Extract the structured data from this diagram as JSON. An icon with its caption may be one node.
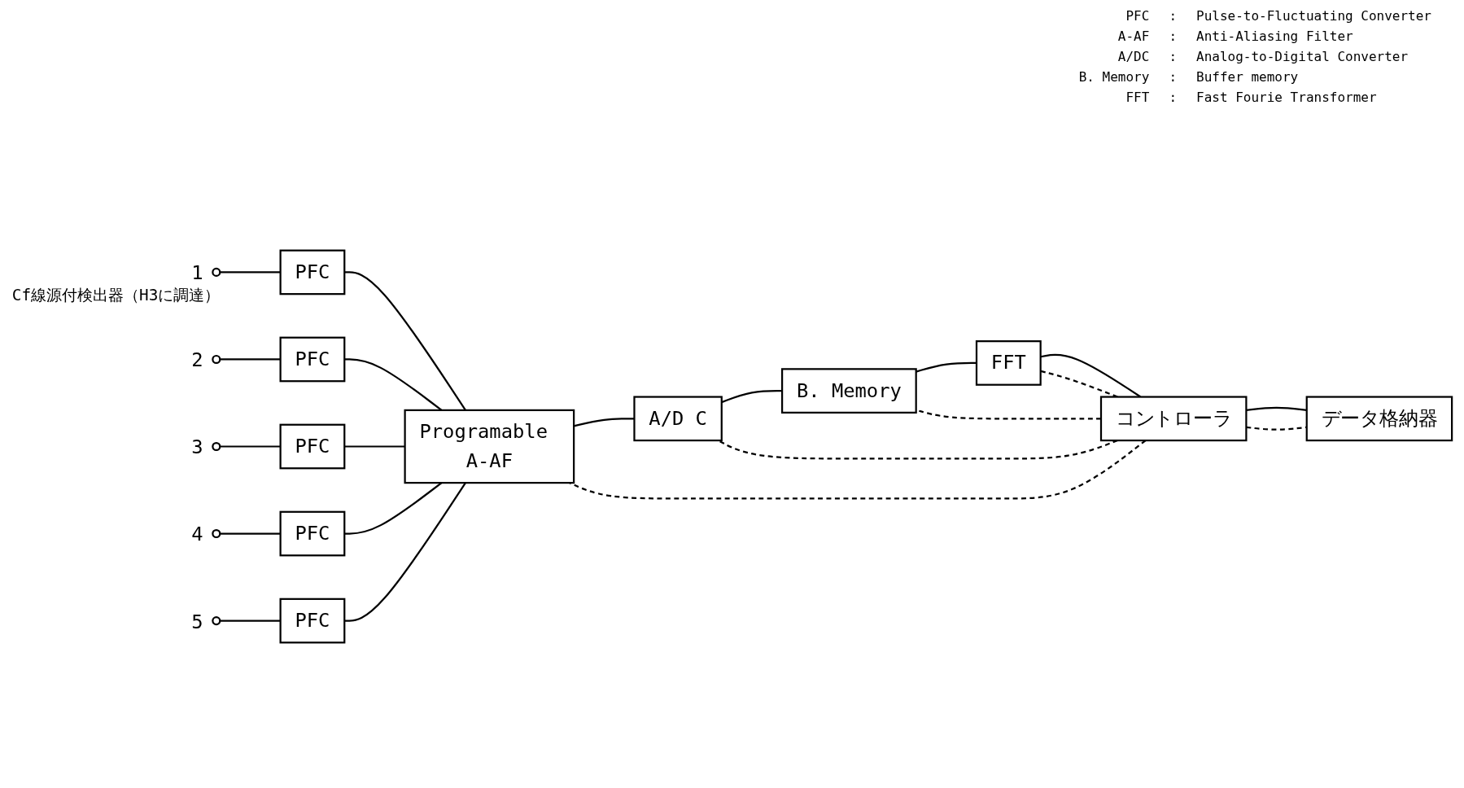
{
  "diagram": {
    "nodes": [
      {
        "text": [],
        "shape": "circle",
        "beside": [
          "1",
          "Cf線源付検出器（H3に調達）"
        ]
      },
      {
        "text": [],
        "shape": "circle",
        "beside": [
          "2"
        ]
      },
      {
        "text": [],
        "shape": "circle",
        "beside": [
          "3"
        ]
      },
      {
        "text": [],
        "shape": "circle",
        "beside": [
          "4"
        ]
      },
      {
        "text": [],
        "shape": "circle",
        "beside": [
          "5"
        ]
      },
      {
        "text": [
          "PFC"
        ]
      },
      {
        "text": [
          "PFC"
        ]
      },
      {
        "text": [
          "PFC"
        ]
      },
      {
        "text": [
          "PFC"
        ]
      },
      {
        "text": [
          "PFC"
        ]
      },
      {
        "text": [
          "Programable A-AF"
        ]
      },
      {
        "text": [
          "A/D C"
        ]
      },
      {
        "text": [
          "B. Memory"
        ]
      },
      {
        "text": [
          "FFT"
        ]
      },
      {
        "text": [
          "コントローラ"
        ]
      },
      {
        "text": [
          "データ格納器"
        ]
      }
    ],
    "edges": [
      {
        "from": 0,
        "to": 5,
        "arrow": "none"
      },
      {
        "from": 1,
        "to": 6,
        "arrow": "none"
      },
      {
        "from": 2,
        "to": 7,
        "arrow": "none"
      },
      {
        "from": 3,
        "to": 8,
        "arrow": "none"
      },
      {
        "from": 4,
        "to": 9,
        "arrow": "none"
      },
      {
        "from": 5,
        "to": 10,
        "arrow": "none"
      },
      {
        "from": 6,
        "to": 10,
        "arrow": "none"
      },
      {
        "from": 7,
        "to": 10,
        "arrow": "none"
      },
      {
        "from": 8,
        "to": 10,
        "arrow": "none"
      },
      {
        "from": 9,
        "to": 10,
        "arrow": "none"
      },
      {
        "from": 10,
        "to": 11,
        "arrow": "none"
      },
      {
        "from": 11,
        "to": 12,
        "arrow": "none"
      },
      {
        "from": 12,
        "to": 13,
        "arrow": "none"
      },
      {
        "from": 13,
        "to": 14,
        "arrow": "none"
      },
      {
        "from": 14,
        "to": 15,
        "arrow": "none"
      },
      {
        "from": 14,
        "to": 10,
        "arrow": "none",
        "style": "dashed"
      },
      {
        "from": 14,
        "to": 11,
        "arrow": "none",
        "style": "dashed"
      },
      {
        "from": 14,
        "to": 12,
        "arrow": "none",
        "style": "dashed"
      },
      {
        "from": 14,
        "to": 13,
        "arrow": "none",
        "style": "dashed"
      },
      {
        "from": 14,
        "to": 15,
        "arrow": "none",
        "style": "dashed"
      }
    ],
    "labels": [
      "PFC",
      ":",
      "Pulse-to-Fluctuating Converter",
      "A-AF",
      ":",
      "Anti-Aliasing Filter",
      "A/DC",
      ":",
      "Analog-to-Digital Converter",
      "B. Memory",
      ":",
      "Buffer memory",
      "FFT",
      ":",
      "Fast Fourie Transformer"
    ]
  }
}
